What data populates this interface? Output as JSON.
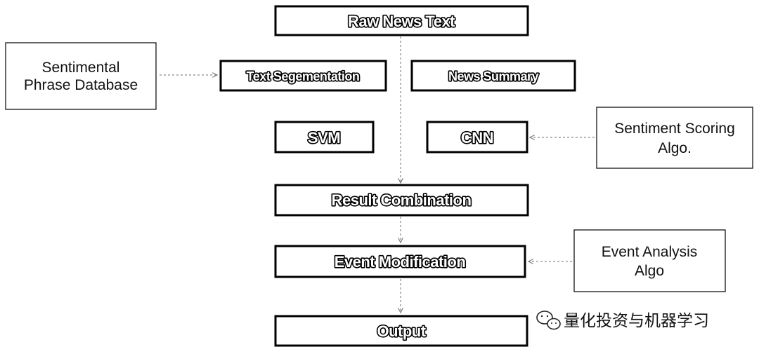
{
  "colors": {
    "box_border": "#000000",
    "connector": "#8a8a8a",
    "background": "#ffffff"
  },
  "nodes": {
    "raw_news_text": "Raw News Text",
    "text_segmentation": "Text Segementation",
    "news_summary": "News Summary",
    "svm": "SVM",
    "cnn": "CNN",
    "result_combination": "Result Combination",
    "event_modification": "Event Modification",
    "output": "Output"
  },
  "side_nodes": {
    "sentimental_phrase_db": [
      "Sentimental",
      "Phrase Database"
    ],
    "sentiment_scoring": [
      "Sentiment Scoring",
      "Algo."
    ],
    "event_analysis": [
      "Event Analysis",
      "Algo"
    ]
  },
  "watermark": {
    "icon": "wechat-icon",
    "text": "量化投资与机器学习"
  }
}
